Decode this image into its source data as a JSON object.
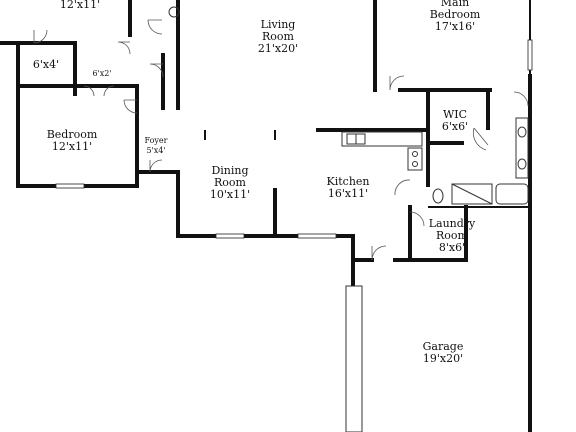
{
  "rooms": {
    "bedroom_top": {
      "dims": "12'x11'"
    },
    "closet_a": {
      "dims": "6'x4'"
    },
    "closet_b": {
      "dims": "6'x2'"
    },
    "living": {
      "name": "Living",
      "name2": "Room",
      "dims": "21'x20'"
    },
    "main_bedroom": {
      "name": "Main",
      "name2": "Bedroom",
      "dims": "17'x16'"
    },
    "wic": {
      "name": "WIC",
      "dims": "6'x6'"
    },
    "bedroom": {
      "name": "Bedroom",
      "dims": "12'x11'"
    },
    "foyer": {
      "name": "Foyer",
      "dims": "5'x4'"
    },
    "dining": {
      "name": "Dining",
      "name2": "Room",
      "dims": "10'x11'"
    },
    "kitchen": {
      "name": "Kitchen",
      "dims": "16'x11'"
    },
    "laundry": {
      "name": "Laundry",
      "name2": "Room",
      "dims": "8'x6'"
    },
    "garage": {
      "name": "Garage",
      "dims": "19'x20'"
    }
  }
}
